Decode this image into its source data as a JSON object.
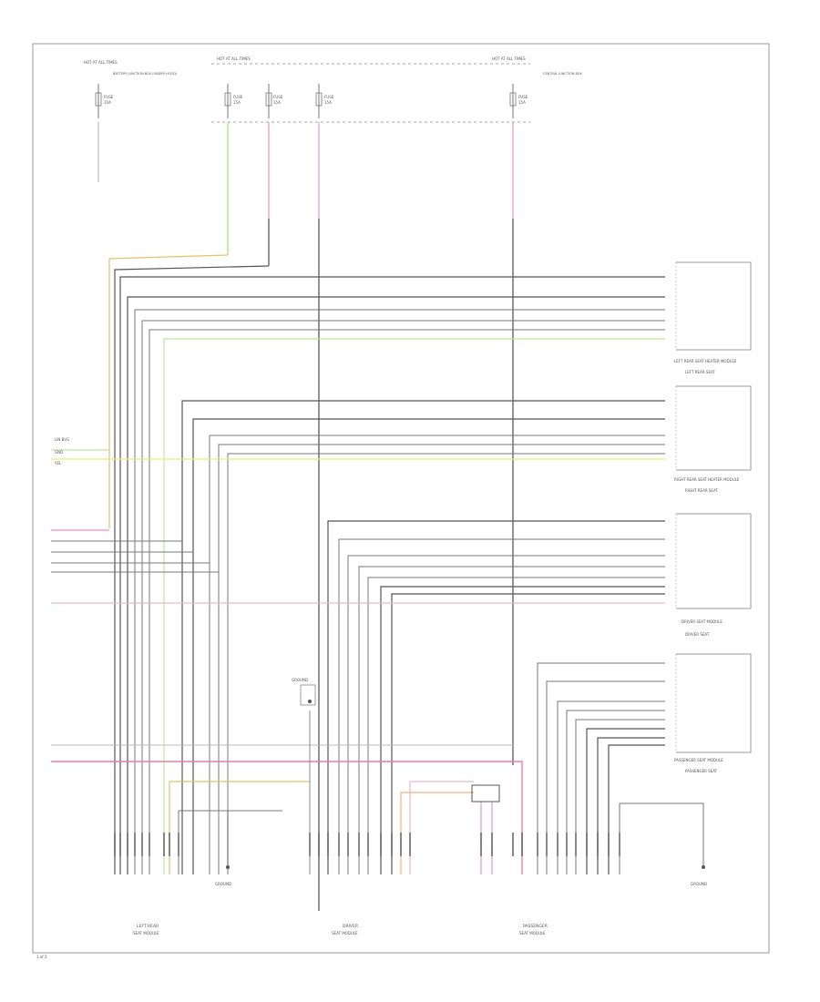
{
  "fuse_box_labels": [
    "HOT AT ALL TIMES",
    "HOT AT ALL TIMES",
    "HOT AT ALL TIMES"
  ],
  "fuses": [
    {
      "name": "FUSE",
      "rating": "10A"
    },
    {
      "name": "FUSE",
      "rating": "15A"
    },
    {
      "name": "FUSE",
      "rating": "15A"
    },
    {
      "name": "FUSE",
      "rating": "15A"
    },
    {
      "name": "FUSE",
      "rating": "15A"
    }
  ],
  "fuse_box_names": [
    "BATTERY JUNCTION BOX (UNDER HOOD)",
    "CENTRAL JUNCTION BOX"
  ],
  "connectors": [
    {
      "label": "LEFT REAR SEAT HEATER MODULE",
      "sub": "LEFT REAR SEAT"
    },
    {
      "label": "RIGHT REAR SEAT HEATER MODULE",
      "sub": "RIGHT REAR SEAT"
    },
    {
      "label": "DRIVER SEAT MODULE",
      "sub": "DRIVER SEAT"
    },
    {
      "label": "PASSENGER SEAT MODULE",
      "sub": "PASSENGER SEAT"
    }
  ],
  "modules": [
    {
      "label": "LEFT REAR",
      "sub": "SEAT MODULE"
    },
    {
      "label": "DRIVER",
      "sub": "SEAT MODULE"
    },
    {
      "label": "PASSENGER",
      "sub": "SEAT MODULE"
    }
  ],
  "grounds": [
    "GROUND",
    "GROUND",
    "GROUND"
  ],
  "bus_labels": [
    "LIN BUS",
    "GND",
    "YEL"
  ],
  "footer": "1 of 2"
}
